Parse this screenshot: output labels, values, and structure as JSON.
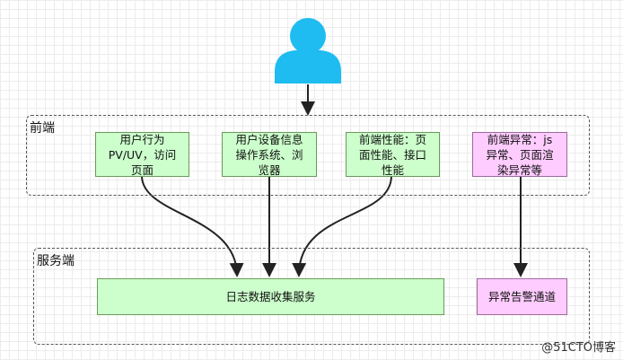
{
  "groups": {
    "frontend_title": "前端",
    "server_title": "服务端"
  },
  "nodes": {
    "pv_uv": "用户行为\nPV/UV，访问\n页面",
    "device_info": "用户设备信息\n操作系统、浏\n览器",
    "frontend_perf": "前端性能：页\n面性能、接口\n性能",
    "frontend_errors": "前端异常：js\n异常、页面渲\n染异常等",
    "log_service": "日志数据收集服务",
    "alert_channel": "异常告警通道"
  },
  "icons": {
    "user": "user-icon"
  },
  "colors": {
    "user_icon": "#1ebcf0",
    "green_node": "#ccffcc",
    "pink_node": "#ffccff"
  },
  "watermark": "@51CTO博客"
}
